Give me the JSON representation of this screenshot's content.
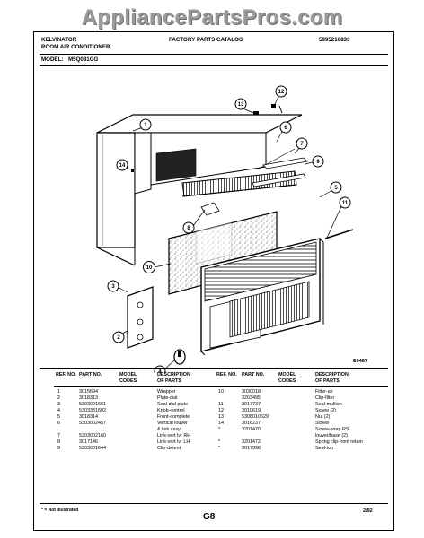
{
  "watermark": "AppliancePartsPros.com",
  "header": {
    "brand": "KELVINATOR",
    "product": "ROOM AIR CONDITIONER",
    "catalog": "FACTORY PARTS CATALOG",
    "catalog_number": "5995216833",
    "model_label": "MODEL:",
    "model_number": "M5Q081GG"
  },
  "diagram": {
    "figure_id": "E0487",
    "callouts": [
      "1",
      "2",
      "3",
      "4",
      "5",
      "6",
      "7",
      "8",
      "9",
      "10",
      "11",
      "12",
      "13",
      "14"
    ]
  },
  "table": {
    "headers": {
      "ref_no": "REF. NO.",
      "part_no": "PART NO.",
      "model_codes": "MODEL CODES",
      "description": "DESCRIPTION OF PARTS"
    },
    "left_rows": [
      {
        "ref": "1",
        "part": "3015694",
        "code": "",
        "desc": "Wrapper"
      },
      {
        "ref": "2",
        "part": "3018313",
        "code": "",
        "desc": "Plate-dial"
      },
      {
        "ref": "3",
        "part": "5303001661",
        "code": "",
        "desc": "Seal-dial plate"
      },
      {
        "ref": "4",
        "part": "5303331602",
        "code": "",
        "desc": "Knob-control"
      },
      {
        "ref": "5",
        "part": "3018314",
        "code": "",
        "desc": "Front-complete"
      },
      {
        "ref": "6",
        "part": "5303002457",
        "code": "",
        "desc": "Vertical louver"
      },
      {
        "ref": "",
        "part": "",
        "code": "",
        "desc": "& link assy"
      },
      {
        "ref": "7",
        "part": "5303002160",
        "code": "",
        "desc": "Link-vert lvr RH"
      },
      {
        "ref": "8",
        "part": "3017146",
        "code": "",
        "desc": "Link-vert lvr LH"
      },
      {
        "ref": "9",
        "part": "5303001644",
        "code": "",
        "desc": "Clip-detent"
      }
    ],
    "right_rows": [
      {
        "ref": "10",
        "part": "3030018",
        "code": "",
        "desc": "Filter-air"
      },
      {
        "ref": "",
        "part": "3203495",
        "code": "",
        "desc": "Clip-filter"
      },
      {
        "ref": "11",
        "part": "3017737",
        "code": "",
        "desc": "Seal-mullion"
      },
      {
        "ref": "12",
        "part": "3010619",
        "code": "",
        "desc": "Screw (2)"
      },
      {
        "ref": "13",
        "part": "5308010629",
        "code": "",
        "desc": "Nut (2)"
      },
      {
        "ref": "14",
        "part": "3016237",
        "code": "",
        "desc": "Screw"
      },
      {
        "ref": "*",
        "part": "3201470",
        "code": "",
        "desc": "Screw-wrap RS"
      },
      {
        "ref": "",
        "part": "",
        "code": "",
        "desc": "louver/base (2)"
      },
      {
        "ref": "*",
        "part": "3201472",
        "code": "",
        "desc": "Spring clip-front retain"
      },
      {
        "ref": "*",
        "part": "3017398",
        "code": "",
        "desc": "Seal-top"
      }
    ]
  },
  "footer": {
    "note": "* = Not Illustrated",
    "page": "G8",
    "date": "2/92"
  }
}
